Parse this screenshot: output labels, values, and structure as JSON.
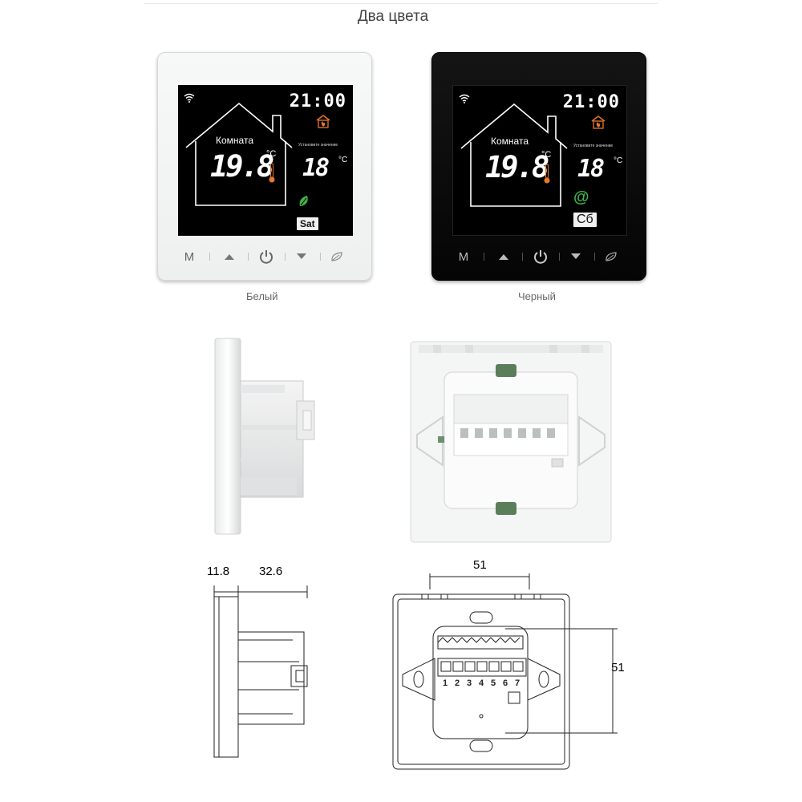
{
  "header": {
    "title": "Два цвета"
  },
  "devices": [
    {
      "variant": "white",
      "caption": "Белый",
      "screen": {
        "clock": "21:00",
        "room_label": "Комната",
        "room_temp": "19.8",
        "temp_unit": "°C",
        "set_label": "Установите значение",
        "set_temp": "18",
        "set_unit": "°C",
        "day": "Sat"
      },
      "buttons": {
        "mode_label": "M"
      }
    },
    {
      "variant": "black",
      "caption": "Черный",
      "screen": {
        "clock": "21:00",
        "room_label": "Комната",
        "room_temp": "19.8",
        "temp_unit": "°C",
        "set_label": "Установите значение",
        "set_temp": "18",
        "set_unit": "°C",
        "status_symbol": "@",
        "day": "Сб"
      },
      "buttons": {
        "mode_label": "M"
      }
    }
  ],
  "side_drawing": {
    "dim_front": "11.8",
    "dim_depth": "32.6"
  },
  "back_drawing": {
    "dim_width": "51",
    "dim_height": "51",
    "terminal_numbers": [
      "1",
      "2",
      "3",
      "4",
      "5",
      "6",
      "7"
    ]
  },
  "icons": {
    "wifi": "wifi-icon",
    "house": "house-outline-icon",
    "thermometer": "thermometer-icon",
    "heating": "heating-flame-icon",
    "leaf": "eco-leaf-icon",
    "up": "arrow-up-icon",
    "power": "power-icon",
    "down": "arrow-down-icon"
  },
  "colors": {
    "eco_green": "#3db34a",
    "flame_orange": "#e8782a"
  }
}
